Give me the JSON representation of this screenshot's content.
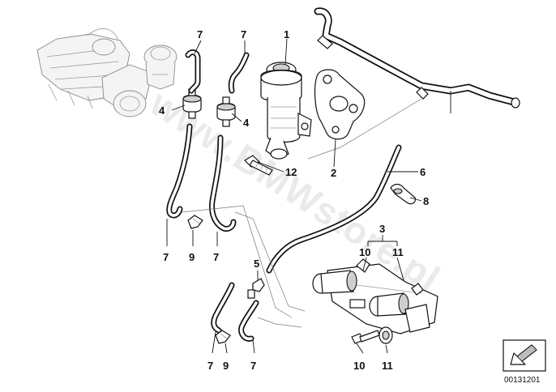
{
  "watermark": "www.BMWstore.pl",
  "document_number": "00131201",
  "callouts": {
    "c1": "1",
    "c2": "2",
    "c3": "3",
    "c4a": "4",
    "c4b": "4",
    "c5": "5",
    "c6": "6",
    "c7a": "7",
    "c7b": "7",
    "c7c": "7",
    "c7d": "7",
    "c7e": "7",
    "c7f": "7",
    "c8": "8",
    "c9a": "9",
    "c9b": "9",
    "c10a": "10",
    "c10b": "10",
    "c11a": "11",
    "c11b": "11",
    "c12": "12"
  },
  "colors": {
    "line": "#111111",
    "watermark": "#d8d8d8",
    "ghost": "#9a9a9a"
  }
}
